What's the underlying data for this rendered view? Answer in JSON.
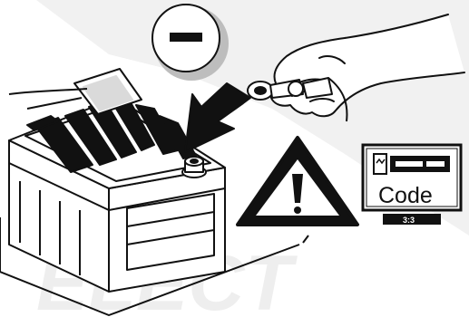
{
  "diagram": {
    "minus_symbol": "−",
    "display": {
      "code_label": "Code",
      "sub_label": "3:3"
    },
    "watermark": "ELECT",
    "icons": [
      "minus-terminal-icon",
      "battery-icon",
      "hand-icon",
      "cable-clamp-icon",
      "arrow-icon",
      "warning-triangle-icon",
      "radio-display-icon"
    ]
  }
}
